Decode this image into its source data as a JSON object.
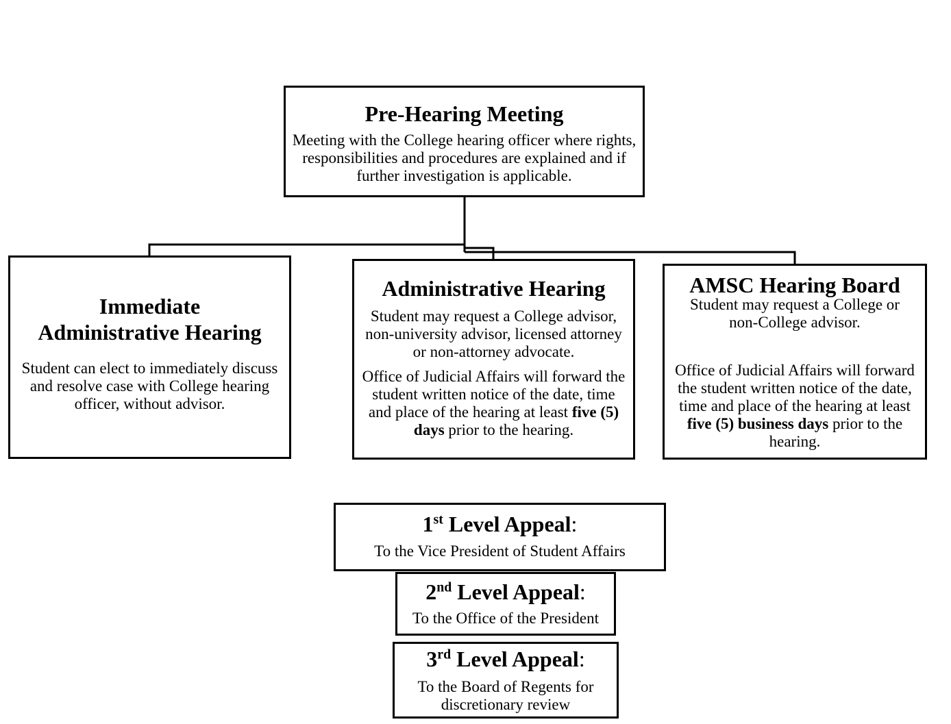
{
  "pre_hearing": {
    "title": "Pre-Hearing Meeting",
    "body": "Meeting with the College hearing officer where rights, responsibilities and procedures are explained and if further investigation is applicable."
  },
  "immediate": {
    "title_line1": "Immediate",
    "title_line2": "Administrative Hearing",
    "body": "Student can elect to immediately discuss and resolve case with College hearing officer, without advisor."
  },
  "administrative": {
    "title": "Administrative Hearing",
    "body1": "Student may request a College advisor, non-university advisor, licensed attorney or non-attorney advocate.",
    "body2_pre": "Office of Judicial Affairs will forward the student written notice of the date, time and place of the hearing at least ",
    "body2_bold": "five (5) days",
    "body2_post": " prior to the hearing."
  },
  "amsc": {
    "title": "AMSC Hearing Board",
    "body1": "Student may request a College or non-College advisor.",
    "body2_pre": "Office of Judicial Affairs will forward the student written notice of the date, time and place of the hearing at least  ",
    "body2_bold": "five (5) business days",
    "body2_post": " prior to the hearing."
  },
  "appeal1": {
    "num": "1",
    "suffix": "st",
    "label": " Level Appeal",
    "colon": ":",
    "body": "To the Vice President of Student Affairs"
  },
  "appeal2": {
    "num": "2",
    "suffix": "nd",
    "label": " Level Appeal",
    "colon": ":",
    "body": "To the Office of the President"
  },
  "appeal3": {
    "num": "3",
    "suffix": "rd",
    "label": " Level Appeal",
    "colon": ":",
    "body": "To the  Board of Regents for discretionary review"
  }
}
